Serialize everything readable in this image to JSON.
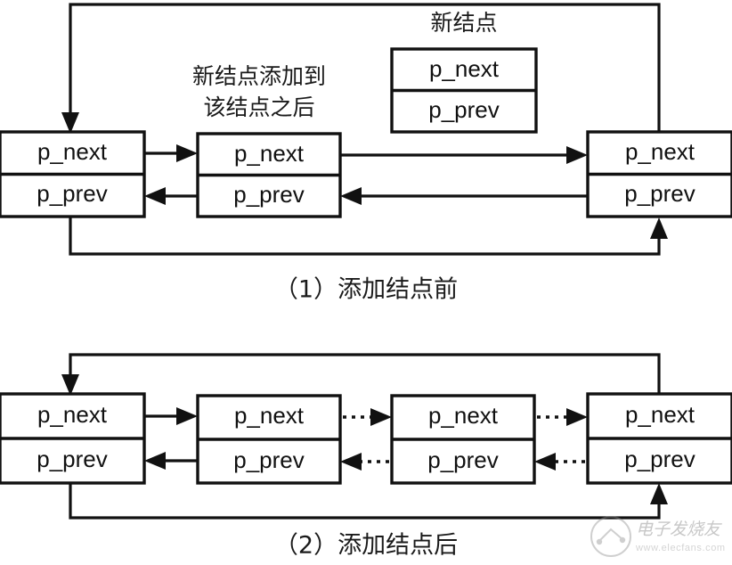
{
  "figure": {
    "title_alt": "doubly linked list node insertion diagram",
    "field_labels": {
      "next": "p_next",
      "prev": "p_prev"
    }
  },
  "section_before": {
    "caption": "（1）添加结点前",
    "new_node_label": "新结点",
    "annotation_line1": "新结点添加到",
    "annotation_line2": "该结点之后",
    "new_node": {
      "next": "p_next",
      "prev": "p_prev"
    },
    "nodes": [
      {
        "next": "p_next",
        "prev": "p_prev"
      },
      {
        "next": "p_next",
        "prev": "p_prev"
      },
      {
        "next": "p_next",
        "prev": "p_prev"
      }
    ]
  },
  "section_after": {
    "caption": "（2）添加结点后",
    "nodes": [
      {
        "next": "p_next",
        "prev": "p_prev"
      },
      {
        "next": "p_next",
        "prev": "p_prev"
      },
      {
        "next": "p_next",
        "prev": "p_prev"
      },
      {
        "next": "p_next",
        "prev": "p_prev"
      }
    ]
  },
  "watermark": {
    "brand": "电子发烧友",
    "url": "www.elecfans.com"
  },
  "colors": {
    "stroke": "#111111",
    "background": "#ffffff",
    "text": "#1a1a1a"
  }
}
